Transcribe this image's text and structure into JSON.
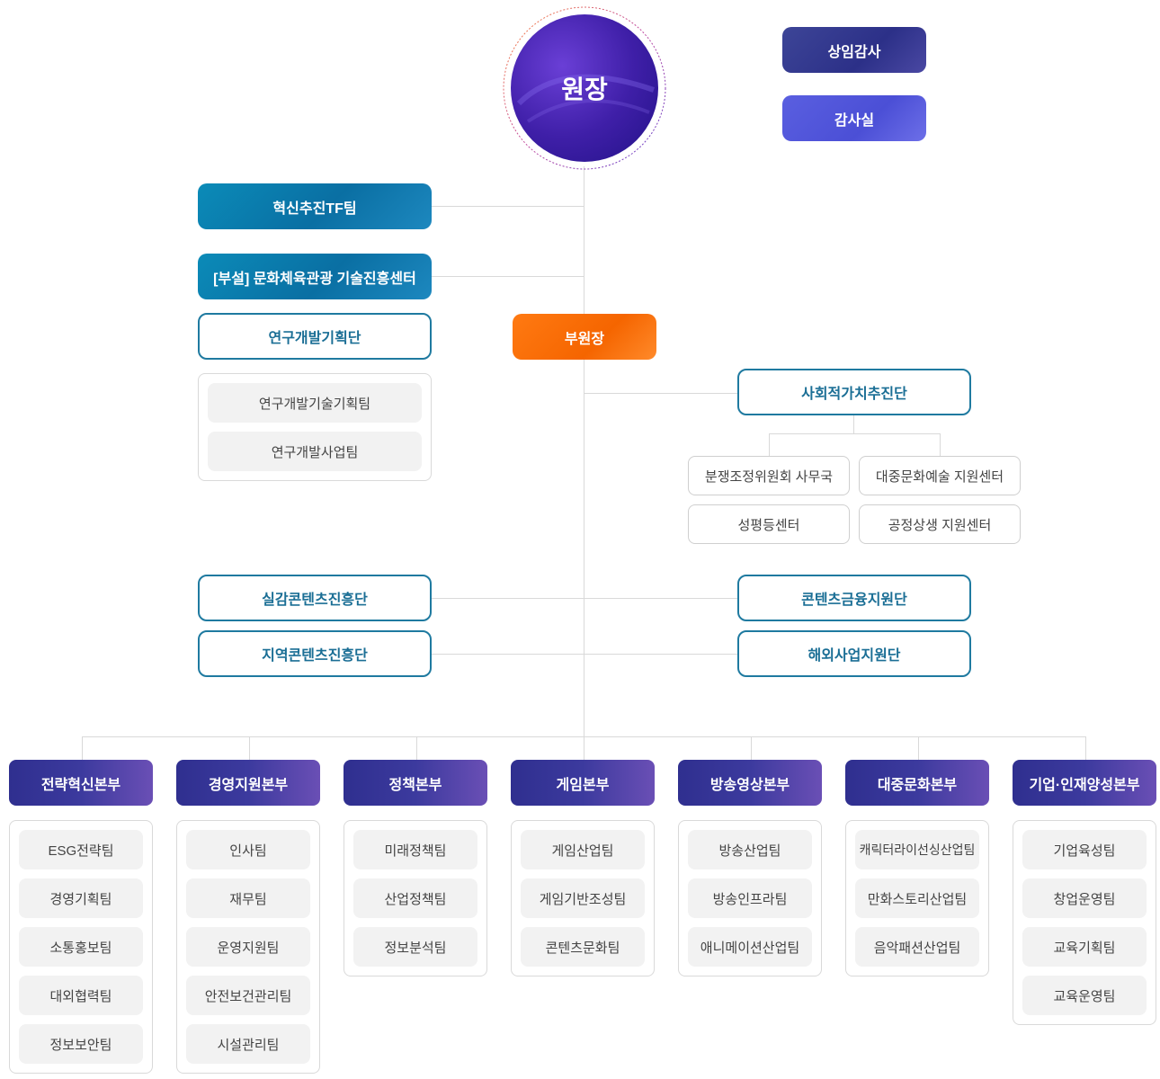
{
  "director": "원장",
  "auditor": "상임감사",
  "audit_office": "감사실",
  "innovation_tf": "혁신추진TF팀",
  "affiliated_center": "[부설] 문화체육관광 기술진흥센터",
  "vice_director": "부원장",
  "rnd_division": {
    "title": "연구개발기획단",
    "teams": [
      "연구개발기술기획팀",
      "연구개발사업팀"
    ]
  },
  "social_value": {
    "title": "사회적가치추진단",
    "units": [
      "분쟁조정위원회 사무국",
      "대중문화예술 지원센터",
      "성평등센터",
      "공정상생 지원센터"
    ]
  },
  "left_groups": [
    "실감콘텐츠진흥단",
    "지역콘텐츠진흥단"
  ],
  "right_groups": [
    "콘텐츠금융지원단",
    "해외사업지원단"
  ],
  "headquarters": [
    {
      "name": "전략혁신본부",
      "teams": [
        "ESG전략팀",
        "경영기획팀",
        "소통홍보팀",
        "대외협력팀",
        "정보보안팀"
      ]
    },
    {
      "name": "경영지원본부",
      "teams": [
        "인사팀",
        "재무팀",
        "운영지원팀",
        "안전보건관리팀",
        "시설관리팀"
      ]
    },
    {
      "name": "정책본부",
      "teams": [
        "미래정책팀",
        "산업정책팀",
        "정보분석팀"
      ]
    },
    {
      "name": "게임본부",
      "teams": [
        "게임산업팀",
        "게임기반조성팀",
        "콘텐츠문화팀"
      ]
    },
    {
      "name": "방송영상본부",
      "teams": [
        "방송산업팀",
        "방송인프라팀",
        "애니메이션산업팀"
      ]
    },
    {
      "name": "대중문화본부",
      "teams": [
        "캐릭터라이선싱산업팀",
        "만화스토리산업팀",
        "음악패션산업팀"
      ]
    },
    {
      "name": "기업·인재양성본부",
      "teams": [
        "기업육성팀",
        "창업운영팀",
        "교육기획팀",
        "교육운영팀"
      ]
    }
  ]
}
